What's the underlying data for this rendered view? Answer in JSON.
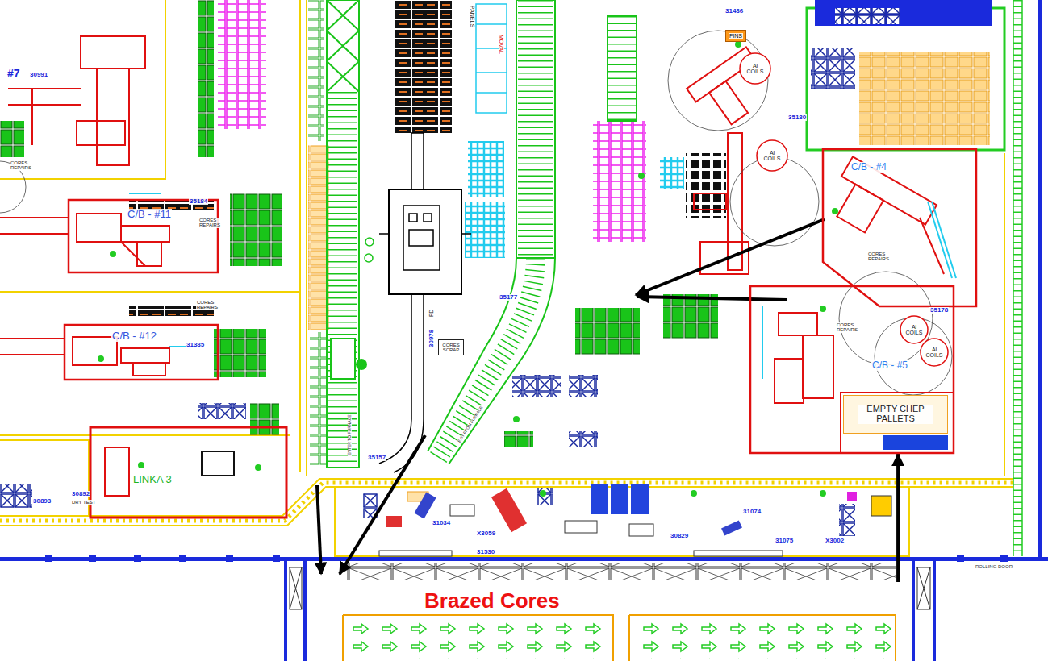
{
  "diagram": {
    "nodes": [
      {
        "text": [
          "FINS"
        ]
      },
      {
        "text": [
          "Al COILS"
        ]
      },
      {
        "text": [
          "Al COILS"
        ]
      },
      {
        "text": [
          "C/B - #4"
        ]
      },
      {
        "text": [
          "C/B - #11"
        ]
      },
      {
        "text": [
          "C/B - #5"
        ]
      },
      {
        "text": [
          "Al COILS"
        ],
        "in": 5
      },
      {
        "text": [
          "Al COILS"
        ],
        "in": 5
      },
      {
        "text": [
          "C/B - #12"
        ]
      },
      {
        "text": [
          "CORES SCRAP"
        ]
      },
      {
        "text": [
          "EMPTY CHEP PALLETS"
        ],
        "in": 5
      },
      {
        "text": [
          "LINKA 3"
        ]
      },
      {
        "text": [
          "Brazed Cores"
        ]
      }
    ],
    "edges": [
      {
        "from": 12,
        "to": 5,
        "arrow": "to"
      }
    ],
    "labels": [
      "#7",
      "30991",
      "CORES REPAIRS",
      "35184",
      "CORES REPAIRS",
      "31385",
      "30892",
      "DRY TEST",
      "30893",
      "31486",
      "35180",
      "35178",
      "35177",
      "30978",
      "FD",
      "35157",
      "ENTER TO FURNACE",
      "EXIT FROM FURNACE",
      "PANELS",
      "MOVAL",
      "31034",
      "31530",
      "30829",
      "31074",
      "31075",
      "X3059",
      "X3002",
      "CORES REPAIRS",
      "CORES REPAIRS",
      "ROLLING DOOR",
      "CORES REPAIRS"
    ]
  }
}
